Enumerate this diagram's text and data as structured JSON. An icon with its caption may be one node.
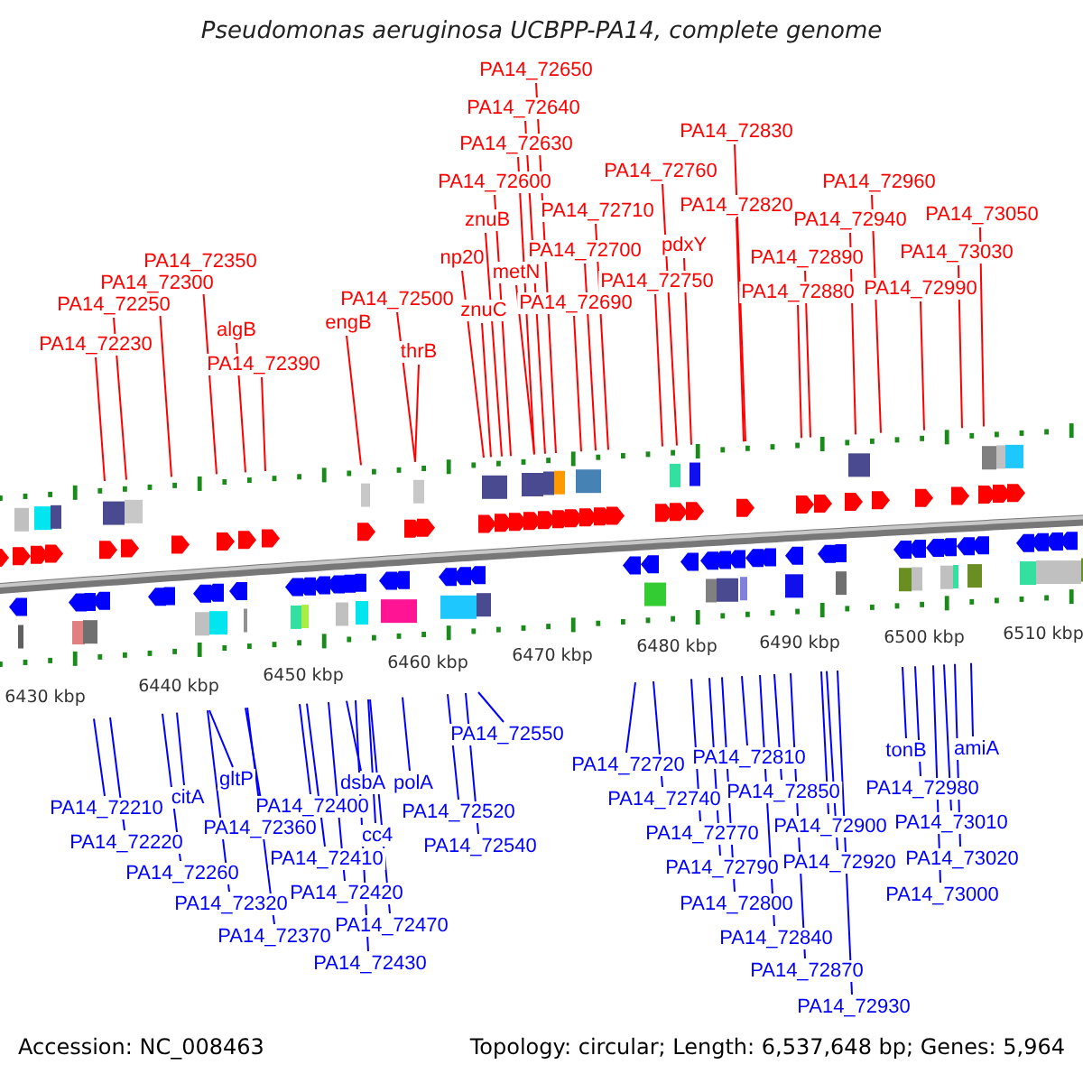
{
  "diagram": {
    "title": "Pseudomonas aeruginosa UCBPP-PA14, complete genome",
    "nodes": [
      {
        "text": [
          "PA14_72650"
        ]
      },
      {
        "text": [
          "PA14_72640"
        ]
      },
      {
        "text": [
          "PA14_72830"
        ]
      },
      {
        "text": [
          "PA14_72630"
        ]
      },
      {
        "text": [
          "PA14_72760"
        ]
      },
      {
        "text": [
          "PA14_72960"
        ]
      },
      {
        "text": [
          "PA14_72600"
        ]
      },
      {
        "text": [
          "PA14_72820"
        ]
      },
      {
        "text": [
          "PA14_72710"
        ]
      },
      {
        "text": [
          "PA14_73050"
        ]
      },
      {
        "text": [
          "znuB"
        ]
      },
      {
        "text": [
          "PA14_72940"
        ]
      },
      {
        "text": [
          "pdxY"
        ]
      },
      {
        "text": [
          "PA14_72700"
        ]
      },
      {
        "text": [
          "PA14_73030"
        ]
      },
      {
        "text": [
          "np20"
        ]
      },
      {
        "text": [
          "PA14_72890"
        ]
      },
      {
        "text": [
          "PA14_72350"
        ]
      },
      {
        "text": [
          "metN"
        ]
      },
      {
        "text": [
          "PA14_72750"
        ]
      },
      {
        "text": [
          "PA14_72300"
        ]
      },
      {
        "text": [
          "PA14_72990"
        ]
      },
      {
        "text": [
          "PA14_72880"
        ]
      },
      {
        "text": [
          "PA14_72500"
        ]
      },
      {
        "text": [
          "PA14_72690"
        ]
      },
      {
        "text": [
          "PA14_72250"
        ]
      },
      {
        "text": [
          "znuC"
        ]
      },
      {
        "text": [
          "engB"
        ]
      },
      {
        "text": [
          "algB"
        ]
      },
      {
        "text": [
          "PA14_72230"
        ]
      },
      {
        "text": [
          "thrB"
        ]
      },
      {
        "text": [
          "PA14_72390"
        ]
      },
      {
        "text": [
          "PA14_72550"
        ]
      },
      {
        "text": [
          "tonB"
        ]
      },
      {
        "text": [
          "amiA"
        ]
      },
      {
        "text": [
          "PA14_72810"
        ]
      },
      {
        "text": [
          "PA14_72720"
        ]
      },
      {
        "text": [
          "gltP"
        ]
      },
      {
        "text": [
          "dsbA"
        ]
      },
      {
        "text": [
          "polA"
        ]
      },
      {
        "text": [
          "PA14_72980"
        ]
      },
      {
        "text": [
          "PA14_72850"
        ]
      },
      {
        "text": [
          "citA"
        ]
      },
      {
        "text": [
          "PA14_72740"
        ]
      },
      {
        "text": [
          "PA14_72400"
        ]
      },
      {
        "text": [
          "PA14_72210"
        ]
      },
      {
        "text": [
          "PA14_72520"
        ]
      },
      {
        "text": [
          "PA14_73010"
        ]
      },
      {
        "text": [
          "PA14_72900"
        ]
      },
      {
        "text": [
          "PA14_72360"
        ]
      },
      {
        "text": [
          "PA14_72770"
        ]
      },
      {
        "text": [
          "cc4"
        ]
      },
      {
        "text": [
          "PA14_72220"
        ]
      },
      {
        "text": [
          "PA14_72540"
        ]
      },
      {
        "text": [
          "PA14_73020"
        ]
      },
      {
        "text": [
          "PA14_72410"
        ]
      },
      {
        "text": [
          "PA14_72920"
        ]
      },
      {
        "text": [
          "PA14_72790"
        ]
      },
      {
        "text": [
          "PA14_72260"
        ]
      },
      {
        "text": [
          "PA14_72420"
        ]
      },
      {
        "text": [
          "PA14_73000"
        ]
      },
      {
        "text": [
          "PA14_72800"
        ]
      },
      {
        "text": [
          "PA14_72320"
        ]
      },
      {
        "text": [
          "PA14_72470"
        ]
      },
      {
        "text": [
          "PA14_72370"
        ]
      },
      {
        "text": [
          "PA14_72840"
        ]
      },
      {
        "text": [
          "PA14_72430"
        ]
      },
      {
        "text": [
          "PA14_72870"
        ]
      },
      {
        "text": [
          "PA14_72930"
        ]
      }
    ],
    "edges": [
      {
        "from": 0,
        "to": null,
        "arrow": "none",
        "color": "#ff0000"
      },
      {
        "from": 1,
        "to": null,
        "arrow": "none",
        "color": "#ff0000"
      },
      {
        "from": 2,
        "to": null,
        "arrow": "none",
        "color": "#ff0000"
      },
      {
        "from": 3,
        "to": null,
        "arrow": "none",
        "color": "#ff0000"
      },
      {
        "from": 4,
        "to": null,
        "arrow": "none",
        "color": "#ff0000"
      },
      {
        "from": 5,
        "to": null,
        "arrow": "none",
        "color": "#ff0000"
      },
      {
        "from": 6,
        "to": null,
        "arrow": "none",
        "color": "#ff0000"
      },
      {
        "from": 7,
        "to": null,
        "arrow": "none",
        "color": "#ff0000"
      },
      {
        "from": 8,
        "to": null,
        "arrow": "none",
        "color": "#ff0000"
      },
      {
        "from": 9,
        "to": null,
        "arrow": "none",
        "color": "#ff0000"
      },
      {
        "from": 10,
        "to": null,
        "arrow": "none",
        "color": "#ff0000"
      },
      {
        "from": 11,
        "to": null,
        "arrow": "none",
        "color": "#ff0000"
      },
      {
        "from": 12,
        "to": null,
        "arrow": "none",
        "color": "#ff0000"
      },
      {
        "from": 13,
        "to": null,
        "arrow": "none",
        "color": "#ff0000"
      },
      {
        "from": 14,
        "to": null,
        "arrow": "none",
        "color": "#ff0000"
      },
      {
        "from": 15,
        "to": null,
        "arrow": "none",
        "color": "#ff0000"
      },
      {
        "from": 16,
        "to": null,
        "arrow": "none",
        "color": "#ff0000"
      },
      {
        "from": 17,
        "to": null,
        "arrow": "none",
        "color": "#ff0000"
      },
      {
        "from": 18,
        "to": null,
        "arrow": "none",
        "color": "#ff0000"
      },
      {
        "from": 19,
        "to": null,
        "arrow": "none",
        "color": "#ff0000"
      },
      {
        "from": 20,
        "to": null,
        "arrow": "none",
        "color": "#ff0000"
      },
      {
        "from": 21,
        "to": null,
        "arrow": "none",
        "color": "#ff0000"
      },
      {
        "from": 22,
        "to": null,
        "arrow": "none",
        "color": "#ff0000"
      },
      {
        "from": 23,
        "to": null,
        "arrow": "none",
        "color": "#ff0000"
      },
      {
        "from": 24,
        "to": null,
        "arrow": "none",
        "color": "#ff0000"
      },
      {
        "from": 25,
        "to": null,
        "arrow": "none",
        "color": "#ff0000"
      },
      {
        "from": 26,
        "to": null,
        "arrow": "none",
        "color": "#ff0000"
      },
      {
        "from": 27,
        "to": null,
        "arrow": "none",
        "color": "#ff0000"
      },
      {
        "from": 28,
        "to": null,
        "arrow": "none",
        "color": "#ff0000"
      },
      {
        "from": 29,
        "to": null,
        "arrow": "none",
        "color": "#ff0000"
      },
      {
        "from": 30,
        "to": null,
        "arrow": "none",
        "color": "#ff0000"
      },
      {
        "from": 31,
        "to": null,
        "arrow": "none",
        "color": "#ff0000"
      },
      {
        "from": 32,
        "to": null,
        "arrow": "none"
      },
      {
        "from": 33,
        "to": null,
        "arrow": "none"
      },
      {
        "from": 34,
        "to": null,
        "arrow": "none"
      },
      {
        "from": 35,
        "to": null,
        "arrow": "none"
      },
      {
        "from": 36,
        "to": null,
        "arrow": "none"
      },
      {
        "from": 37,
        "to": null,
        "arrow": "none"
      },
      {
        "from": 38,
        "to": null,
        "arrow": "none"
      },
      {
        "from": 39,
        "to": null,
        "arrow": "none"
      },
      {
        "from": 40,
        "to": null,
        "arrow": "none"
      },
      {
        "from": 41,
        "to": null,
        "arrow": "none"
      },
      {
        "from": 42,
        "to": null,
        "arrow": "none"
      },
      {
        "from": 43,
        "to": null,
        "arrow": "none"
      },
      {
        "from": 44,
        "to": null,
        "arrow": "none"
      },
      {
        "from": 45,
        "to": null,
        "arrow": "none"
      },
      {
        "from": 46,
        "to": null,
        "arrow": "none"
      },
      {
        "from": 47,
        "to": null,
        "arrow": "none"
      },
      {
        "from": 48,
        "to": null,
        "arrow": "none"
      },
      {
        "from": 49,
        "to": null,
        "arrow": "none"
      },
      {
        "from": 50,
        "to": null,
        "arrow": "none"
      },
      {
        "from": 51,
        "to": null,
        "arrow": "none"
      },
      {
        "from": 52,
        "to": null,
        "arrow": "none"
      },
      {
        "from": 53,
        "to": null,
        "arrow": "none"
      },
      {
        "from": 54,
        "to": null,
        "arrow": "none"
      },
      {
        "from": 55,
        "to": null,
        "arrow": "none"
      },
      {
        "from": 56,
        "to": null,
        "arrow": "none"
      },
      {
        "from": 57,
        "to": null,
        "arrow": "none"
      },
      {
        "from": 58,
        "to": null,
        "arrow": "none"
      },
      {
        "from": 59,
        "to": null,
        "arrow": "none"
      },
      {
        "from": 60,
        "to": null,
        "arrow": "none"
      },
      {
        "from": 61,
        "to": null,
        "arrow": "none"
      },
      {
        "from": 62,
        "to": null,
        "arrow": "none"
      },
      {
        "from": 63,
        "to": null,
        "arrow": "none"
      },
      {
        "from": 64,
        "to": null,
        "arrow": "none"
      },
      {
        "from": 65,
        "to": null,
        "arrow": "none"
      },
      {
        "from": 66,
        "to": null,
        "arrow": "none"
      },
      {
        "from": 67,
        "to": null,
        "arrow": "none"
      },
      {
        "from": 68,
        "to": null,
        "arrow": "none"
      }
    ],
    "labels": [
      "6430 kbp",
      "6440 kbp",
      "6450 kbp",
      "6460 kbp",
      "6470 kbp",
      "6480 kbp",
      "6490 kbp",
      "6500 kbp",
      "6510 kbp",
      "Accession: NC_008463",
      "Topology: circular; Length: 6,537,648 bp; Genes: 5,964"
    ]
  }
}
